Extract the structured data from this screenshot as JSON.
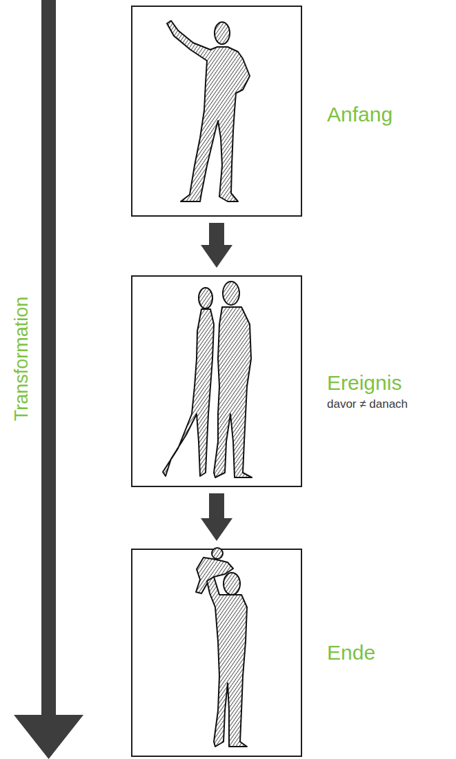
{
  "diagram": {
    "nodes": [
      {
        "text": [
          "Anfang"
        ]
      },
      {
        "text": [
          "Ereignis",
          "davor ≠ danach"
        ]
      },
      {
        "text": [
          "Ende"
        ]
      }
    ],
    "edges": [
      {
        "from": 0,
        "to": 1,
        "arrow": "to"
      },
      {
        "from": 1,
        "to": 2,
        "arrow": "to"
      }
    ],
    "labels": [
      "Transformation"
    ]
  }
}
